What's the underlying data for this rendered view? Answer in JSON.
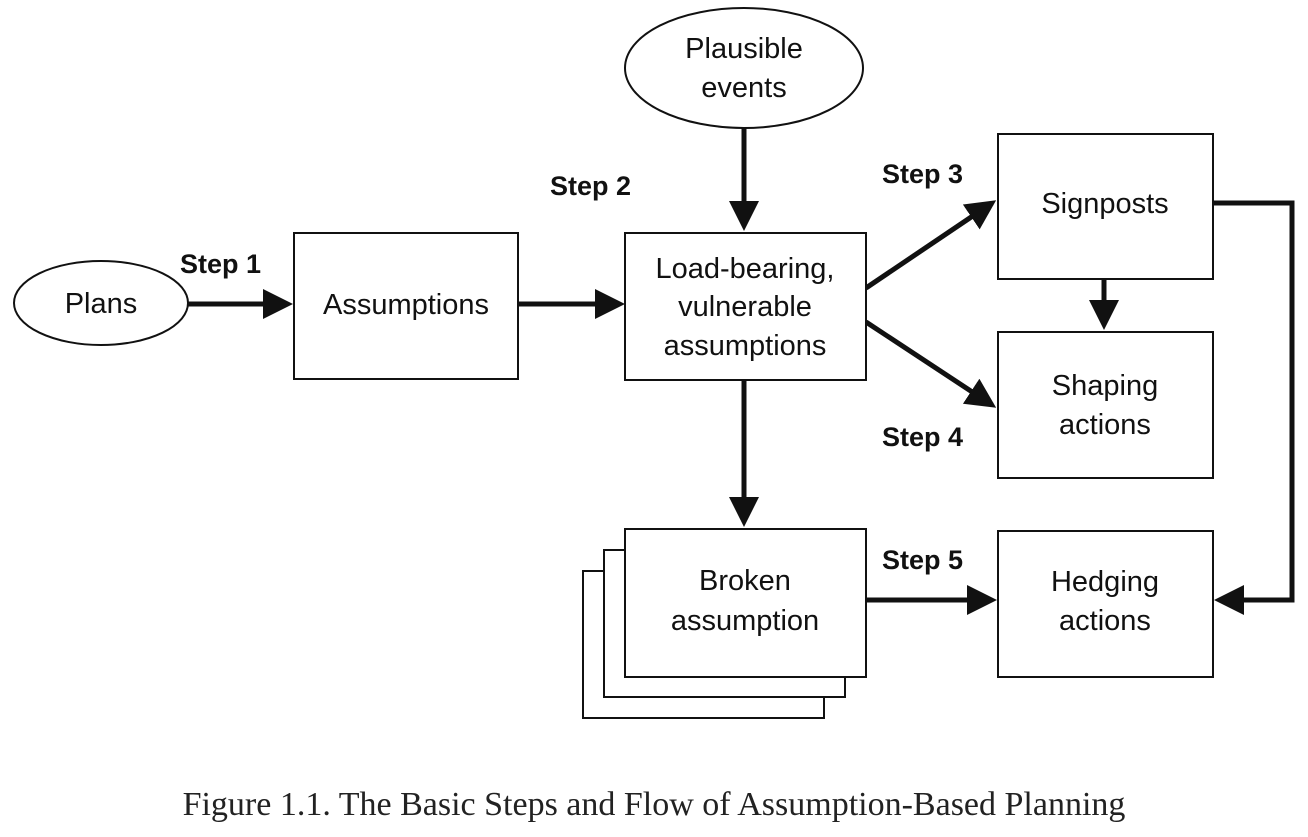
{
  "nodes": {
    "plans": "Plans",
    "plausible_events": [
      "Plausible",
      "events"
    ],
    "assumptions": "Assumptions",
    "load_bearing": [
      "Load-bearing,",
      "vulnerable",
      "assumptions"
    ],
    "signposts": "Signposts",
    "shaping_actions": [
      "Shaping",
      "actions"
    ],
    "broken_assumption": [
      "Broken",
      "assumption"
    ],
    "hedging_actions": [
      "Hedging",
      "actions"
    ]
  },
  "steps": {
    "step1": "Step 1",
    "step2": "Step 2",
    "step3": "Step 3",
    "step4": "Step 4",
    "step5": "Step 5"
  },
  "caption": "Figure 1.1.  The Basic Steps and Flow of Assumption-Based Planning",
  "colors": {
    "ink": "#111111",
    "background": "#ffffff"
  }
}
